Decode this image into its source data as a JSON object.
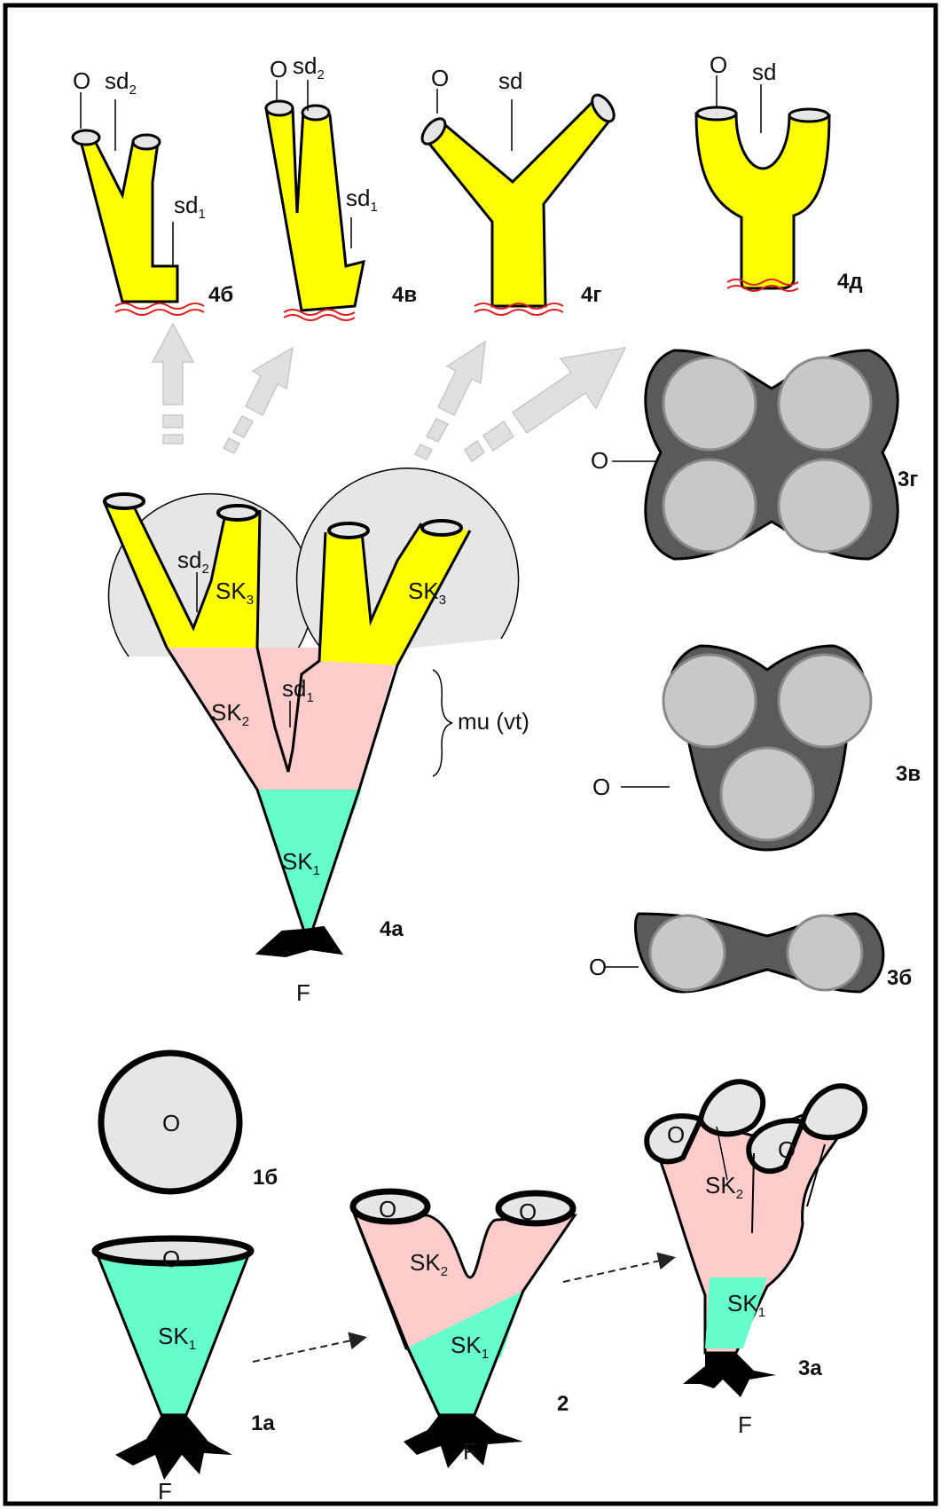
{
  "colors": {
    "yellow": "#ffff00",
    "pink": "#ffcccc",
    "teal": "#66ffcc",
    "grey_light": "#c8c8c8",
    "grey_dark": "#5a5a5a",
    "zone": "#e6e6e6",
    "attachment_red": "#e02020"
  },
  "figure_labels": {
    "f4b": "4б",
    "f4v": "4в",
    "f4g": "4г",
    "f4d": "4д",
    "f4a": "4а",
    "f3g": "3г",
    "f3v": "3в",
    "f3b": "3б",
    "f3a": "3а",
    "f2": "2",
    "f1a": "1а",
    "f1b": "1б"
  },
  "terms": {
    "osculum": "O",
    "sd": "sd",
    "sd1": "1",
    "sd2": "2",
    "sk": "SK",
    "sk1": "1",
    "sk2": "2",
    "sk3": "3",
    "f": "F",
    "mu": "mu (vt)"
  }
}
